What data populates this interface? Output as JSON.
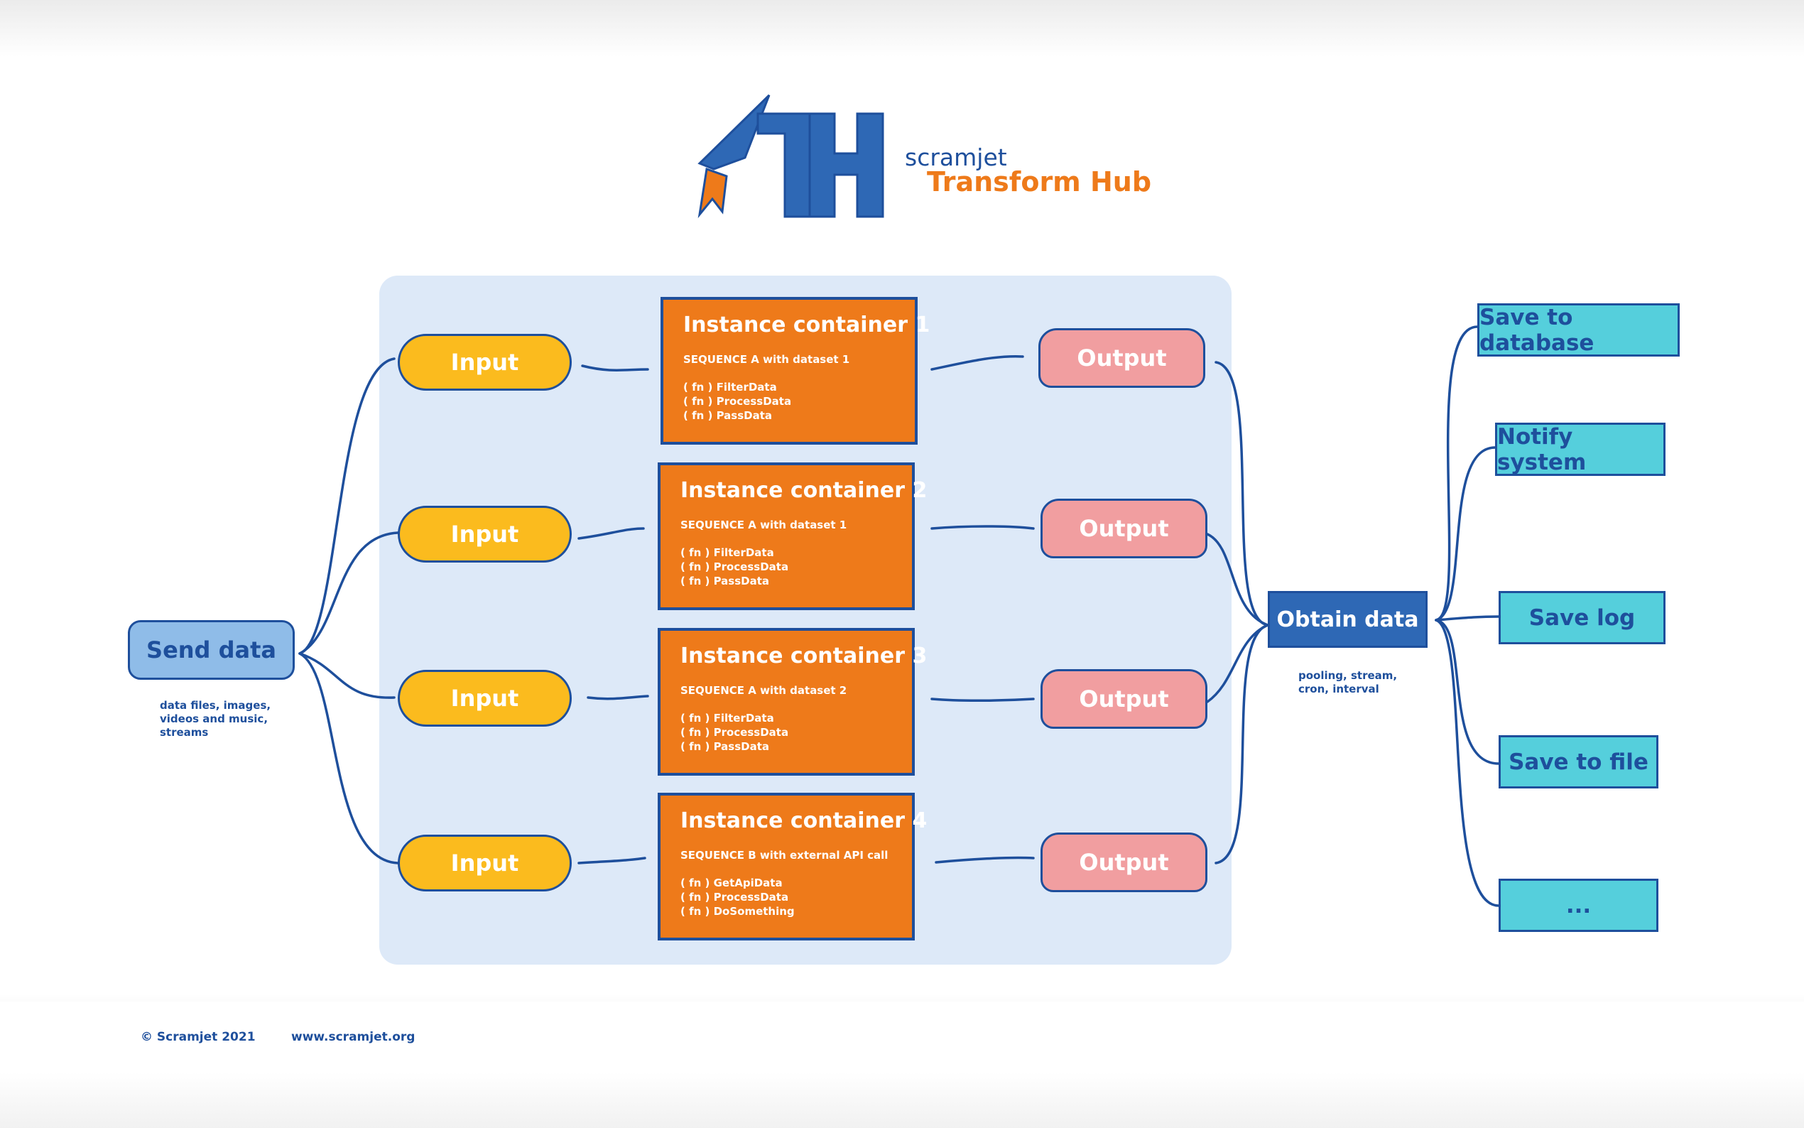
{
  "logo": {
    "brand": "scramjet",
    "product": "Transform Hub"
  },
  "send": {
    "label": "Send data",
    "note": [
      "data files, images,",
      "videos and music,",
      "streams"
    ]
  },
  "inputs": [
    "Input",
    "Input",
    "Input",
    "Input"
  ],
  "containers": [
    {
      "title": "Instance container 1",
      "sequence": "SEQUENCE A with dataset 1",
      "functions": [
        "( fn ) FilterData",
        "( fn ) ProcessData",
        "( fn ) PassData"
      ]
    },
    {
      "title": "Instance container 2",
      "sequence": "SEQUENCE A with dataset 1",
      "functions": [
        "( fn ) FilterData",
        "( fn ) ProcessData",
        "( fn ) PassData"
      ]
    },
    {
      "title": "Instance container 3",
      "sequence": "SEQUENCE A with dataset 2",
      "functions": [
        "( fn ) FilterData",
        "( fn ) ProcessData",
        "( fn ) PassData"
      ]
    },
    {
      "title": "Instance container 4",
      "sequence": "SEQUENCE B with external API call",
      "functions": [
        "( fn ) GetApiData",
        "( fn ) ProcessData",
        "( fn ) DoSomething"
      ]
    }
  ],
  "outputs": [
    "Output",
    "Output",
    "Output",
    "Output"
  ],
  "obtain": {
    "label": "Obtain data",
    "note": [
      "pooling, stream,",
      "cron, interval"
    ]
  },
  "destinations": [
    "Save to database",
    "Notify system",
    "Save log",
    "Save to file",
    "..."
  ],
  "footer": {
    "copyright": "© Scramjet 2021",
    "website": "www.scramjet.org"
  },
  "colors": {
    "navy": "#1e4f9c",
    "orange": "#ee7a1a",
    "yellow": "#fbbb1e",
    "pink": "#f19ea0",
    "cyan": "#55cfdc",
    "light_blue": "#8fbce8",
    "panel": "#dde9f8"
  }
}
